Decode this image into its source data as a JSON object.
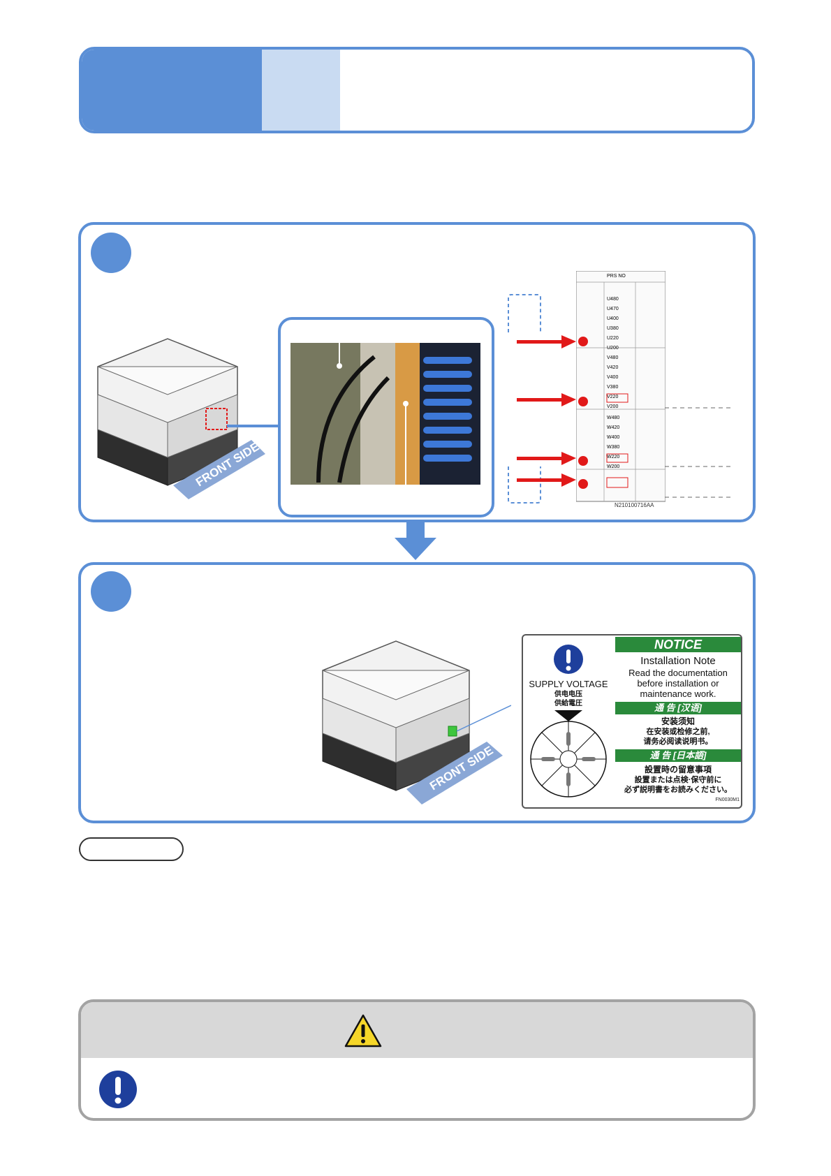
{
  "notice_label": {
    "supply_voltage": "SUPPLY VOLTAGE",
    "supply_voltage_zh": "供电电压",
    "supply_voltage_ja": "供給電圧",
    "notice": "NOTICE",
    "installation_note": "Installation Note",
    "read_doc_1": "Read the documentation",
    "read_doc_2": "before installation or",
    "read_doc_3": "maintenance work.",
    "notice_zh_head": "通 告 [汉语]",
    "install_zh": "安装须知",
    "zh_line1": "在安装或检修之前,",
    "zh_line2": "请务必阅读说明书。",
    "notice_ja_head": "通 告 [日本語]",
    "install_ja": "設置時の留意事項",
    "ja_line1": "設置または点検·保守前に",
    "ja_line2": "必ず説明書をお読みください。",
    "code": "FN0030M1"
  },
  "terminal_table": {
    "header": "PRS NO",
    "group1": [
      "U480",
      "U470",
      "U400",
      "U380",
      "U220",
      "U200"
    ],
    "group2": [
      "V480",
      "V420",
      "V400",
      "V380",
      "V220",
      "V200"
    ],
    "group3": [
      "W480",
      "W420",
      "W400",
      "W380",
      "W220",
      "W200"
    ],
    "figure_code": "N210100716AA"
  },
  "illustrations": {
    "front_side": "FRONT SIDE"
  },
  "colors": {
    "accent_blue": "#5b8fd6",
    "light_blue": "#c9dbf2",
    "arrow_red": "#e11919",
    "notice_green": "#2a8a3b",
    "warn_gray": "#a3a3a3"
  }
}
